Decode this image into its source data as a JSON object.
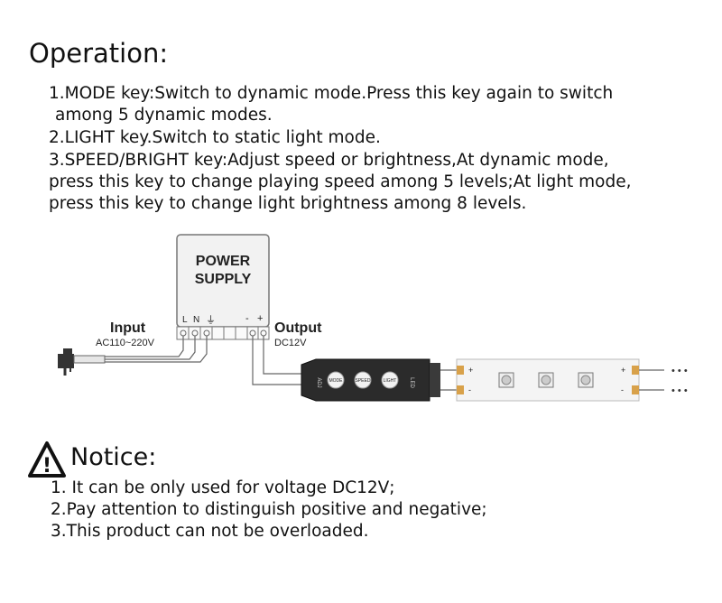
{
  "operation": {
    "title": "Operation:",
    "lines": [
      "1.MODE key:Switch to dynamic mode.Press this key again to switch",
      "among 5 dynamic modes.",
      "2.LIGHT key.Switch to static light mode.",
      "3.SPEED/BRIGHT key:Adjust speed or brightness,At dynamic mode,",
      "press this key to change playing speed among 5 levels;At light mode,",
      "press this key to change light brightness among 8 levels."
    ]
  },
  "diagram": {
    "power_supply": {
      "line1": "POWER",
      "line2": "SUPPLY"
    },
    "input": {
      "label": "Input",
      "spec": "AC110~220V",
      "terminals": [
        "L",
        "N",
        "⏚"
      ]
    },
    "output": {
      "label": "Output",
      "spec": "DC12V",
      "terminals": [
        "-",
        "+"
      ]
    },
    "controller": {
      "buttons": [
        "MODE",
        "SPEED",
        "LIGHT"
      ],
      "side_labels": [
        "ADJ",
        "LED"
      ]
    },
    "strip": {
      "pad_left": [
        "+",
        "-"
      ],
      "pad_right": [
        "+",
        "-"
      ],
      "continuation": "• • •"
    }
  },
  "notice": {
    "title": "Notice:",
    "warning_mark": "!",
    "lines": [
      "1. It can be only used for voltage DC12V;",
      "2.Pay attention to distinguish positive and negative;",
      "3.This product can not be overloaded."
    ]
  },
  "colors": {
    "text": "#111111",
    "line": "#555555",
    "pad": "#d8a14a",
    "strip_bg": "#f4f4f4"
  }
}
